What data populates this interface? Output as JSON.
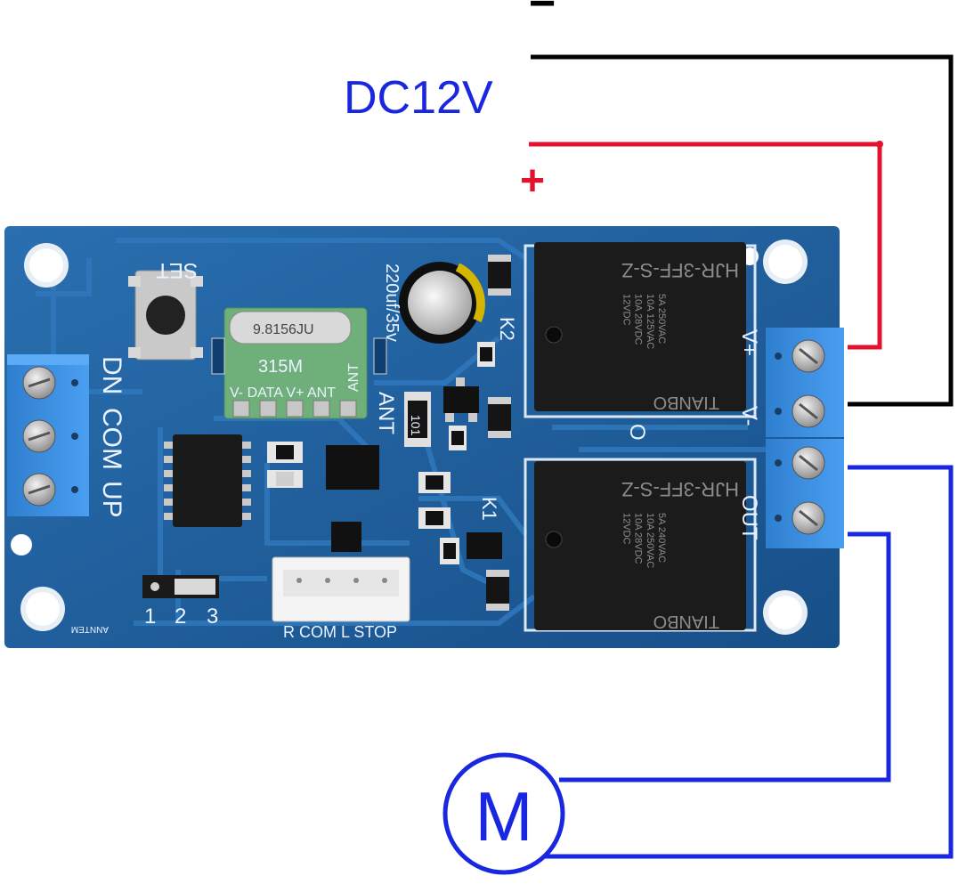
{
  "colors": {
    "supply_label": "#1a27e0",
    "positive_wire": "#e3122f",
    "negative_wire": "#000000",
    "motor_wire": "#1a27e0",
    "pcb": "#1f5f9e",
    "terminal_block": "#3a8ee0",
    "relay_body": "#1b1b1b",
    "rf_module": "#6fb07a"
  },
  "supply": {
    "voltage_label": "DC12V",
    "positive_symbol": "+",
    "negative_symbol": "−"
  },
  "motor": {
    "symbol": "M"
  },
  "board": {
    "set_button_label": "SET",
    "capacitor_label": "220uf/35v",
    "rf_module": {
      "crystal_label": "9.8156JU",
      "frequency": "315M",
      "pin_labels": "V-  DATA  V+  ANT",
      "ant_label": "ANT",
      "side_ant_label": "ANT"
    },
    "left_terminal": {
      "labels": [
        "UP",
        "COM",
        "DN"
      ]
    },
    "relay_k2": {
      "ref": "K2",
      "model": "HJR-3FF-S-Z",
      "brand": "TIANBO",
      "ratings": "5A 250VAC\n10A 125VAC\n10A 28VDC\n12VDC"
    },
    "relay_k1": {
      "ref": "K1",
      "model": "HJR-3FF-S-Z",
      "brand": "TIANBO",
      "ratings": "5A 240VAC\n10A 250VAC\n10A 28VDC\n12VDC"
    },
    "right_terminal_labels": [
      "V+",
      "V-",
      "O",
      "OUT"
    ],
    "jumper_labels": [
      "1",
      "2",
      "3"
    ],
    "connector_label": "R COM L STOP",
    "resistor_code": "101",
    "maker_mark": "ANNTEM"
  }
}
